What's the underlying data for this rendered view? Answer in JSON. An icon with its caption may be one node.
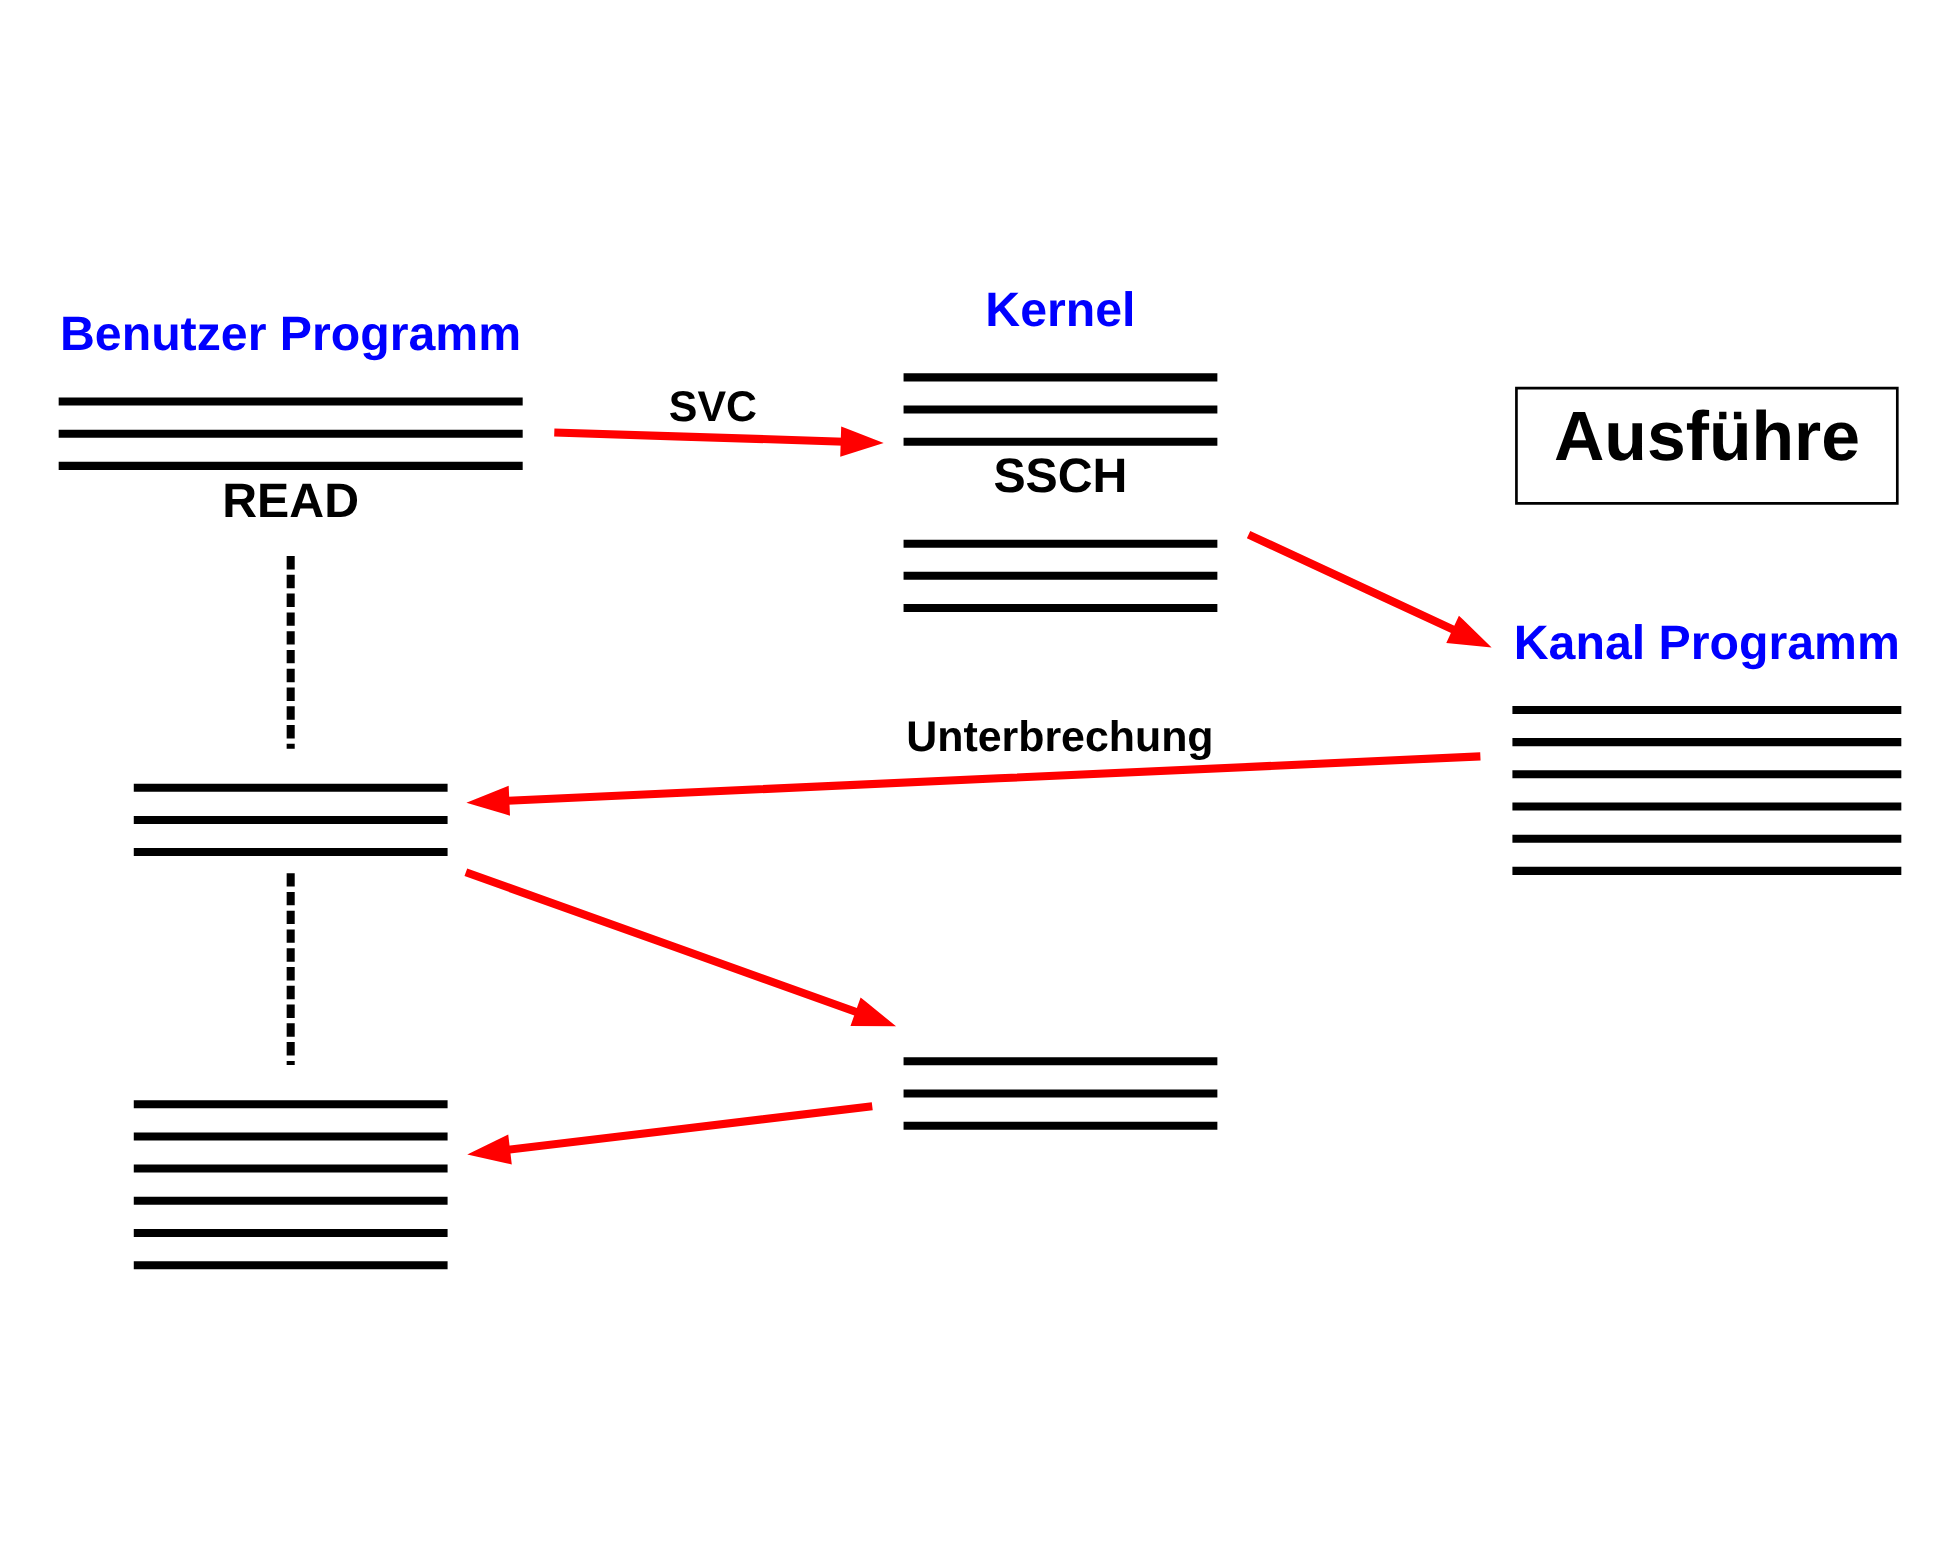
{
  "diagram": {
    "nodes": [
      {
        "text": [
          "Benutzer Programm",
          "READ"
        ]
      },
      {
        "text": [
          "Kernel",
          "SSCH"
        ]
      },
      {
        "text": [
          "Kanal Programm"
        ]
      },
      {
        "text": [],
        "shape": "lines"
      },
      {
        "text": [],
        "shape": "lines"
      },
      {
        "text": [],
        "shape": "lines"
      },
      {
        "text": [
          "Ausführe"
        ]
      }
    ],
    "edges": [
      {
        "from": 0,
        "to": 1,
        "arrow": "to",
        "label": "SVC"
      },
      {
        "from": 1,
        "to": 2,
        "arrow": "to"
      },
      {
        "from": 2,
        "to": 3,
        "arrow": "to",
        "label": "Unterbrechung"
      },
      {
        "from": 3,
        "to": 4,
        "arrow": "to"
      },
      {
        "from": 4,
        "to": 5,
        "arrow": "to"
      },
      {
        "from": 0,
        "to": 3,
        "arrow": "none",
        "style": "dashed",
        "color": "#000000"
      },
      {
        "from": 3,
        "to": 5,
        "arrow": "none",
        "style": "dashed",
        "color": "#000000"
      }
    ]
  }
}
